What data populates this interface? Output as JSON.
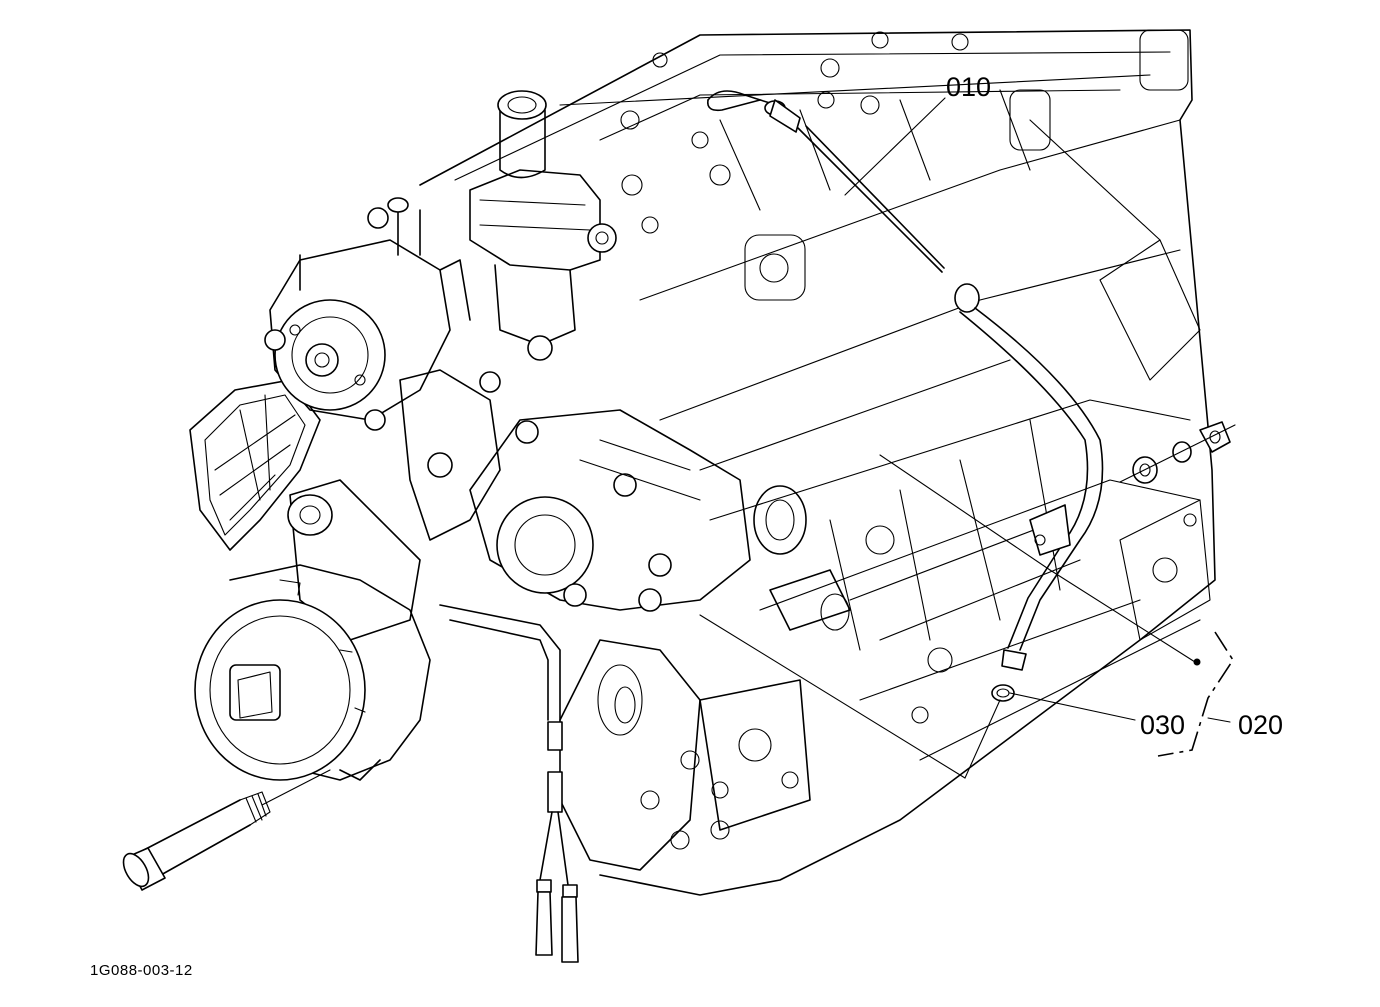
{
  "diagram": {
    "callouts": {
      "part_010": "010",
      "part_020": "020",
      "part_030": "030"
    },
    "figure_code": "1G088-003-12",
    "colors": {
      "line": "#000000",
      "background": "#ffffff"
    }
  }
}
